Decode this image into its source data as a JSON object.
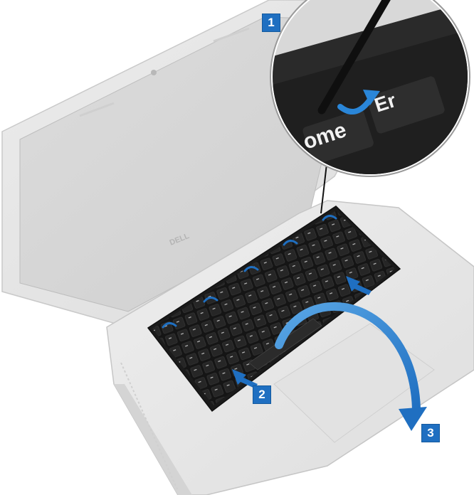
{
  "figure": {
    "callouts": [
      {
        "label": "1"
      },
      {
        "label": "2"
      },
      {
        "label": "3"
      }
    ],
    "logo_text": "DELL",
    "zoom_key_labels": [
      "ome",
      "Er"
    ],
    "colors": {
      "accent_blue": "#1f6fc1",
      "laptop_body": "#e7e7e7",
      "keyboard": "#1b1b1b"
    }
  }
}
